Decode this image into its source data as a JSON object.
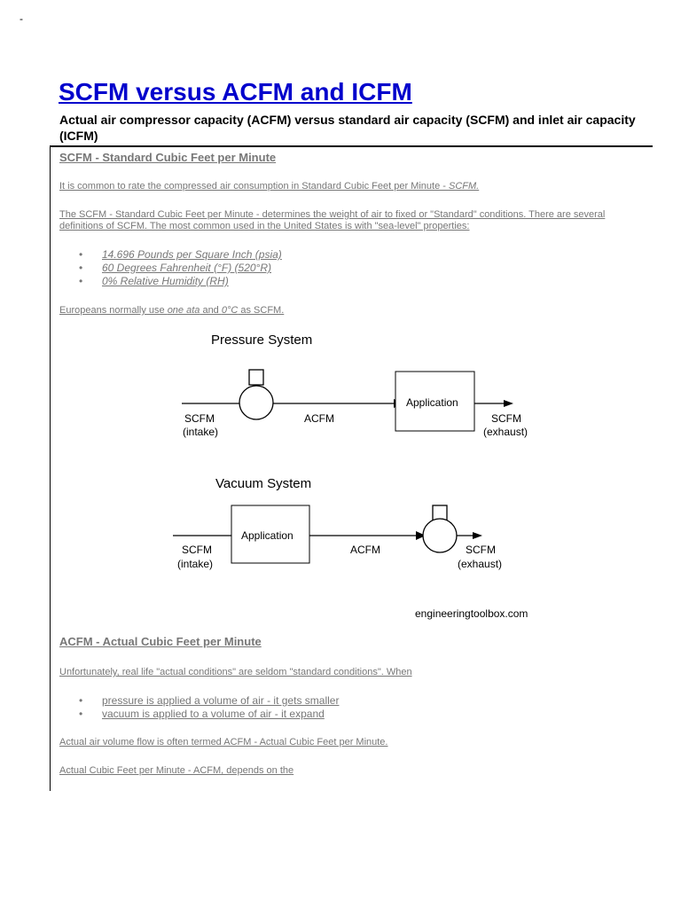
{
  "corner_mark": "-",
  "title": "SCFM versus ACFM and ICFM",
  "subtitle": "Actual air compressor capacity (ACFM) versus standard air capacity (SCFM) and inlet air capacity (ICFM)",
  "scfm_section": {
    "heading": "SCFM - Standard Cubic Feet per Minute",
    "para1_pre": "It is common to rate the compressed air consumption in Standard Cubic Feet per Minute - ",
    "para1_em": "SCFM.",
    "para2": "The SCFM - Standard Cubic Feet per Minute - determines the weight of air to fixed or \"Standard\" conditions. There are several definitions of SCFM. The most common used in the United States is with \"sea-level\" properties:",
    "bullets": [
      "14.696 Pounds per Square Inch (psia)",
      "60 Degrees Fahrenheit (°F) (520°R)",
      "0% Relative Humidity (RH)"
    ],
    "europe_pre": "Europeans normally use ",
    "europe_em1": "one ata",
    "europe_mid": " and ",
    "europe_em2": "0°C",
    "europe_post": " as SCFM."
  },
  "diagram": {
    "pressure_title": "Pressure System",
    "vacuum_title": "Vacuum System",
    "application": "Application",
    "scfm": "SCFM",
    "acfm": "ACFM",
    "intake": "(intake)",
    "exhaust": "(exhaust)",
    "credit": "engineeringtoolbox.com"
  },
  "acfm_section": {
    "heading": "ACFM - Actual Cubic Feet per Minute",
    "para1": "Unfortunately, real life \"actual conditions\" are seldom \"standard conditions\". When",
    "bullets": [
      "pressure is applied a volume of air - it gets smaller",
      "vacuum is applied to a volume of air - it expand"
    ],
    "para2": "Actual air volume flow is often termed ACFM - Actual Cubic Feet per Minute.",
    "para3": "Actual Cubic Feet per Minute - ACFM, depends on the"
  },
  "bullet_glyph": "•"
}
